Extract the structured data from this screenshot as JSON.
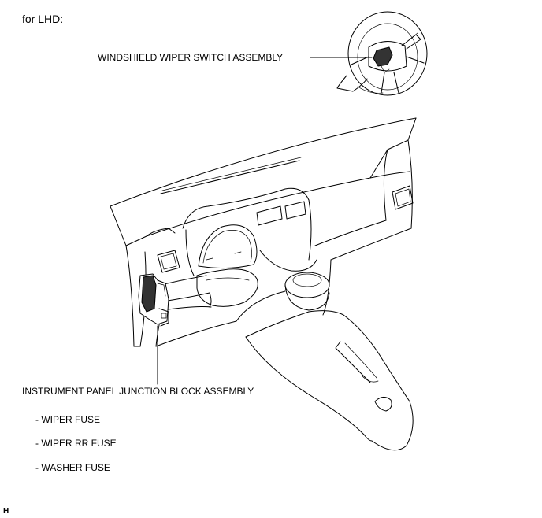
{
  "heading": "for LHD:",
  "labels": {
    "wiper_switch": "WINDSHIELD WIPER SWITCH ASSEMBLY",
    "junction_block": "INSTRUMENT PANEL JUNCTION BLOCK ASSEMBLY"
  },
  "fuses": [
    "- WIPER FUSE",
    "- WIPER RR FUSE",
    "- WASHER FUSE"
  ],
  "figure_code": "H"
}
